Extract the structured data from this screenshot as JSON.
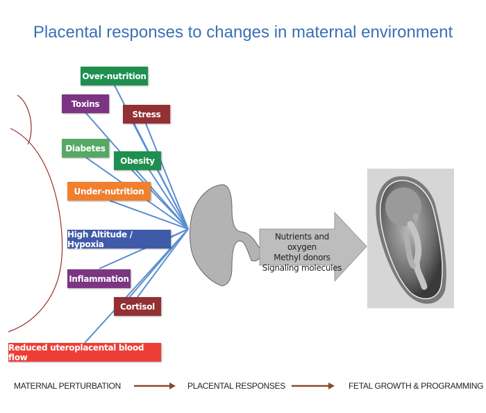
{
  "title": "Placental responses to changes in maternal environment",
  "perturbations": [
    {
      "label": "Over-nutrition",
      "color": "#1e8f4e"
    },
    {
      "label": "Toxins",
      "color": "#7b3582"
    },
    {
      "label": "Stress",
      "color": "#923033"
    },
    {
      "label": "Diabetes",
      "color": "#56a865"
    },
    {
      "label": "Obesity",
      "color": "#1e8f4e"
    },
    {
      "label": "Under-nutrition",
      "color": "#f07f2e"
    },
    {
      "label": "High Altitude / Hypoxia",
      "color": "#3f5aa8"
    },
    {
      "label": "Inflammation",
      "color": "#7b3582"
    },
    {
      "label": "Cortisol",
      "color": "#923033"
    },
    {
      "label": "Reduced uteroplacental blood flow",
      "color": "#ec3e37"
    }
  ],
  "transfer_arrow": {
    "lines": [
      "Nutrients and oxygen",
      "Methyl donors",
      "Signaling molecules"
    ]
  },
  "flow": {
    "step1": "MATERNAL PERTURBATION",
    "step2": "PLACENTAL RESPONSES",
    "step3": "FETAL GROWTH & PROGRAMMING",
    "arrow_color": "#8b4a2b"
  },
  "colors": {
    "title": "#3a6fb5",
    "connector": "#5b8fd0",
    "uterus_outline": "#9b2a2a",
    "placenta_fill": "#b3b3b3"
  }
}
